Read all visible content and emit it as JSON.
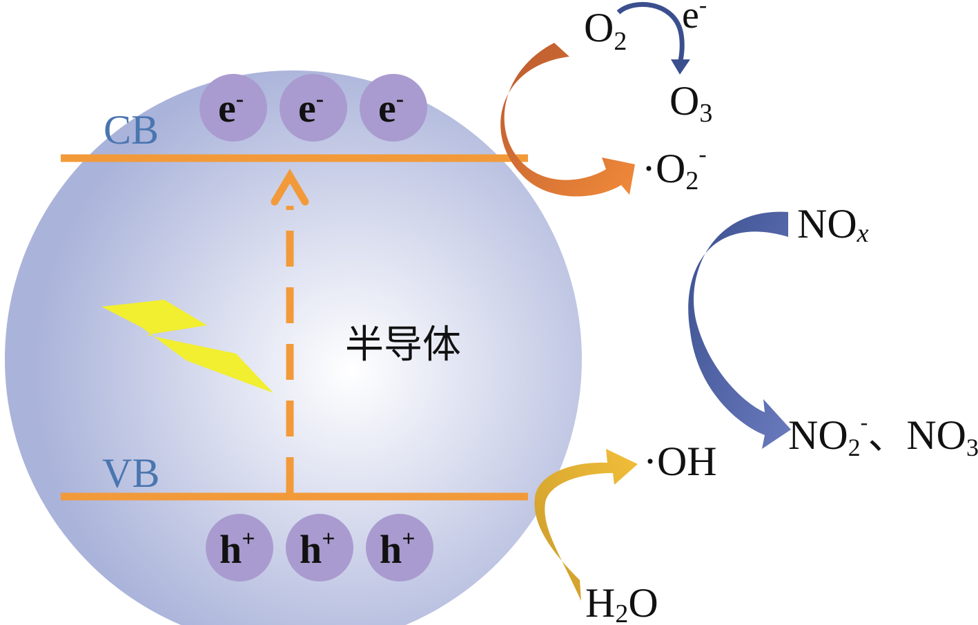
{
  "semiconductor": {
    "label": "半导体",
    "cb_label": "CB",
    "vb_label": "VB",
    "electron": {
      "base": "e",
      "sup": "-"
    },
    "hole": {
      "base": "h",
      "sup": "+"
    }
  },
  "reactions": {
    "o2": {
      "base": "O",
      "sub": "2"
    },
    "e_minus": {
      "base": "e",
      "sup": "-"
    },
    "o3": {
      "base": "O",
      "sub": "3"
    },
    "superoxide": {
      "dot": "·",
      "base": "O",
      "sub": "2",
      "sup": "-"
    },
    "nox": {
      "base": "NO",
      "sub": "x"
    },
    "nitrite": {
      "base": "NO",
      "sub": "2",
      "sup": "-"
    },
    "separator": "、",
    "nitrate": {
      "base": "NO",
      "sub": "3",
      "sup": "-"
    },
    "hydroxyl": "·OH",
    "water": {
      "base": "H",
      "sub": "2",
      "tail": "O"
    }
  },
  "colors": {
    "sphere_center": "#ffffff",
    "sphere_edge": "#aab3da",
    "band_line": "#f29a3a",
    "band_label": "#4a76b0",
    "carrier_fill": "#a99bcf",
    "bolt": "#f2ee30",
    "arrow_orange_dark": "#b9582e",
    "arrow_orange_light": "#f08a3a",
    "arrow_blue_dark": "#3b4f8f",
    "arrow_blue_light": "#6a7bbd",
    "arrow_gold_dark": "#c99a2a",
    "arrow_gold_light": "#f2bf3a"
  }
}
